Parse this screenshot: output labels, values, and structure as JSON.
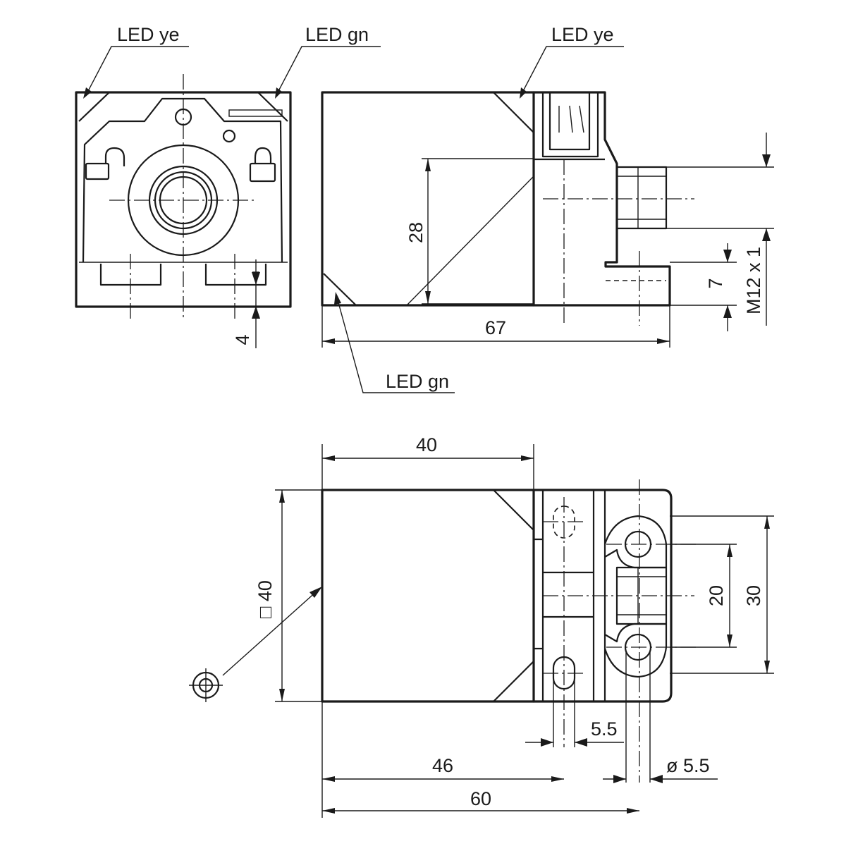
{
  "labels": {
    "led_ye_front": "LED ye",
    "led_gn_front": "LED gn",
    "led_ye_side": "LED ye",
    "led_gn_side": "LED gn"
  },
  "dimensions": {
    "dim_4": "4",
    "dim_28": "28",
    "dim_67": "67",
    "dim_7": "7",
    "thread": "M12 x 1",
    "dim_40_width": "40",
    "dim_square_40": "□ 40",
    "dim_20": "20",
    "dim_30": "30",
    "dim_5_5": "5.5",
    "dim_dia_5_5": "ø 5.5",
    "dim_46": "46",
    "dim_60": "60"
  }
}
